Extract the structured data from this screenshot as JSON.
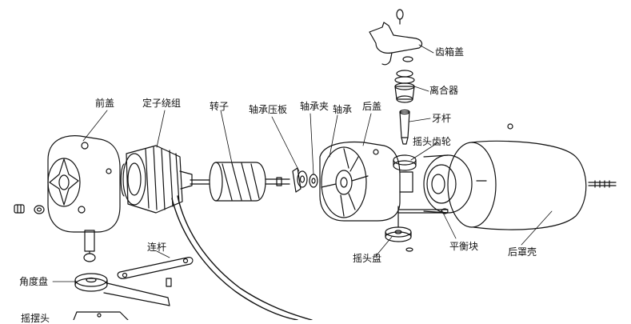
{
  "labels": {
    "front_cover": "前盖",
    "stator": "定子绕组",
    "rotor": "转子",
    "bearing_plate": "轴承压板",
    "bearing_clip": "轴承夹",
    "bearing": "轴承",
    "rear_cover": "后盖",
    "gearbox_cover": "齿箱盖",
    "clutch": "离合器",
    "worm_shaft": "牙杆",
    "swing_gear": "摇头齿轮",
    "counterweight": "平衡块",
    "rear_shell": "后罩壳",
    "swing_disc": "摇头盘",
    "link_rod": "连杆",
    "angle_disc": "角度盘",
    "bottom_partial": "摇摆头"
  }
}
